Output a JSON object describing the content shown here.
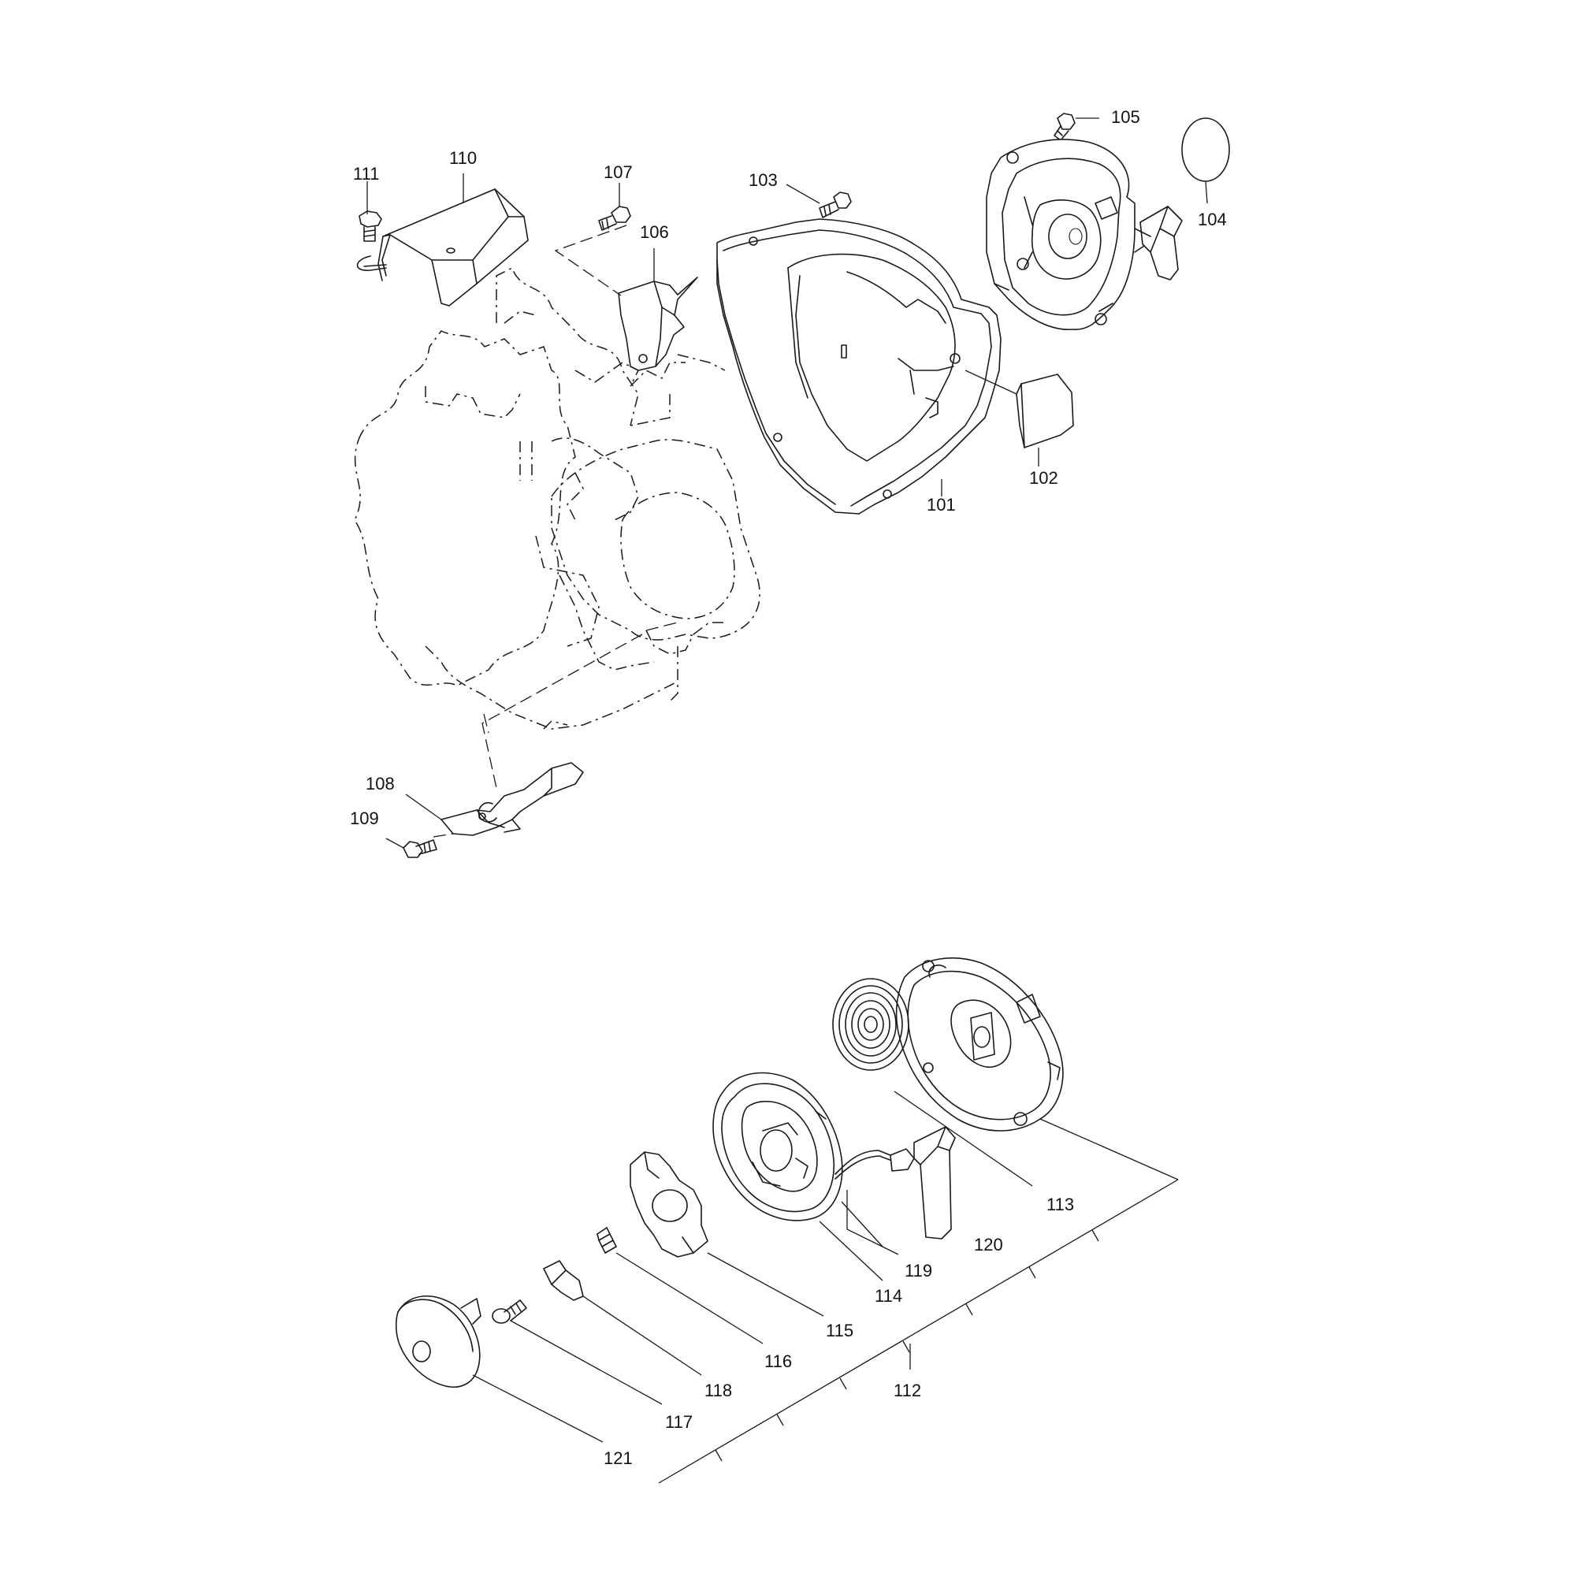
{
  "diagram": {
    "type": "exploded-parts-view",
    "callouts": [
      "101",
      "102",
      "103",
      "104",
      "105",
      "106",
      "107",
      "108",
      "109",
      "110",
      "111",
      "112",
      "113",
      "114",
      "115",
      "116",
      "117",
      "118",
      "119",
      "120",
      "121"
    ]
  }
}
